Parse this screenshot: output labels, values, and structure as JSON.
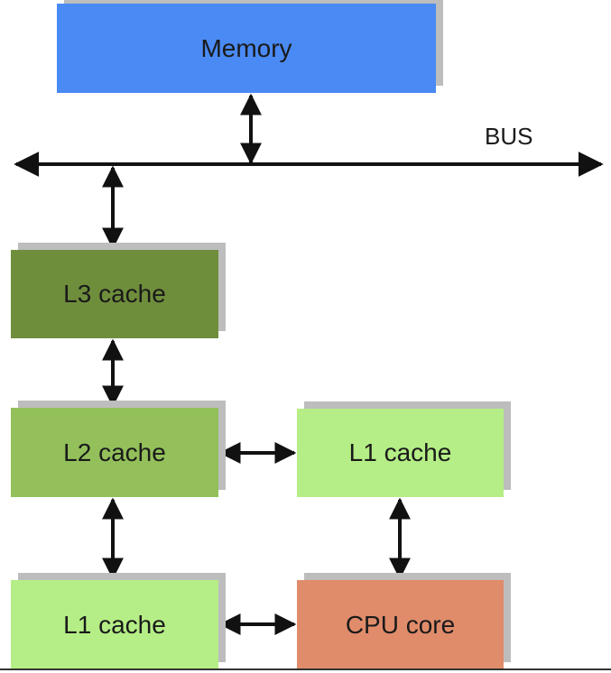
{
  "nodes": {
    "memory": {
      "label": "Memory",
      "color": "#4a8af4"
    },
    "l3": {
      "label": "L3 cache",
      "color": "#6f8e3c"
    },
    "l2": {
      "label": "L2 cache",
      "color": "#93c05a"
    },
    "l1_right": {
      "label": "L1 cache",
      "color": "#b5ee86"
    },
    "l1_left": {
      "label": "L1 cache",
      "color": "#b5ee86"
    },
    "cpu": {
      "label": "CPU core",
      "color": "#e08c6b"
    }
  },
  "bus": {
    "label": "BUS"
  },
  "connections": [
    {
      "from": "memory",
      "to": "bus",
      "direction": "bidirectional"
    },
    {
      "from": "bus",
      "to": "l3",
      "direction": "bidirectional"
    },
    {
      "from": "l3",
      "to": "l2",
      "direction": "bidirectional"
    },
    {
      "from": "l2",
      "to": "l1_right",
      "direction": "bidirectional"
    },
    {
      "from": "l2",
      "to": "l1_left",
      "direction": "bidirectional"
    },
    {
      "from": "l1_right",
      "to": "cpu",
      "direction": "bidirectional"
    },
    {
      "from": "l1_left",
      "to": "cpu",
      "direction": "bidirectional"
    }
  ]
}
